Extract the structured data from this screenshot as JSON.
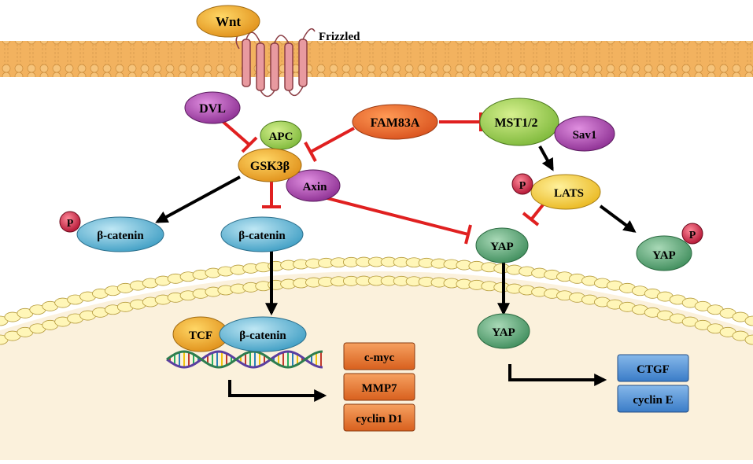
{
  "labels": {
    "wnt": "Wnt",
    "frizzled": "Frizzled",
    "dvl": "DVL",
    "apc": "APC",
    "gsk3b": "GSK3β",
    "axin": "Axin",
    "fam83a": "FAM83A",
    "mst12": "MST1/2",
    "sav1": "Sav1",
    "lats": "LATS",
    "beta_catenin_p": "β-catenin",
    "beta_catenin_free": "β-catenin",
    "beta_catenin_nuc": "β-catenin",
    "tcf": "TCF",
    "yap_cyto": "YAP",
    "yap_p": "YAP",
    "yap_nuc": "YAP",
    "phospho": "P",
    "wnt_targets": [
      "c-myc",
      "MMP7",
      "cyclin D1"
    ],
    "hippo_targets": [
      "CTGF",
      "cyclin E"
    ]
  },
  "colors": {
    "membrane": "#f2b25f",
    "nucleus": "#fbf1dc",
    "green_node": "#9cd14f",
    "purple_node": "#b455b8",
    "orange_node": "#f0ab22",
    "red_fam": "#e8692e",
    "blue_node": "#5cb7d6",
    "yap_green": "#5fa779",
    "lats_yellow": "#f7cf3b",
    "box_orange": "#e7732f",
    "box_blue": "#4f8fd3",
    "inhibit_red": "#e02020",
    "activate_black": "#000000"
  }
}
